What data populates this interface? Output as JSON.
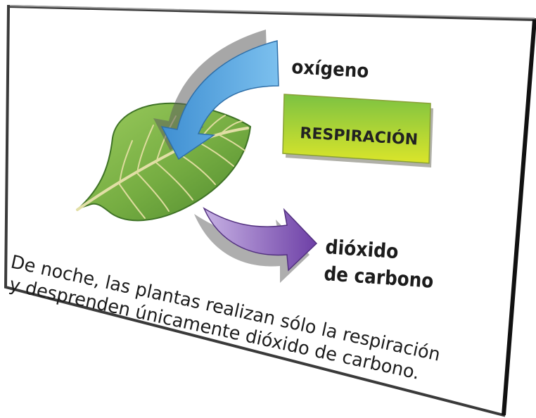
{
  "labels": {
    "oxygen": "oxígeno",
    "process": "RESPIRACIÓN",
    "co2_line1": "dióxido",
    "co2_line2": "de carbono"
  },
  "caption": {
    "line1": "De noche, las plantas realizan sólo la respiración",
    "line2": "y desprenden únicamente dióxido de carbono."
  },
  "colors": {
    "page": "#ffffff",
    "frame": "#3a3a3a",
    "oxygen_arrow": "#5aa7e0",
    "co2_arrow": "#8a5fb8",
    "box_top": "#7cc242",
    "box_bottom": "#d9e62b",
    "leaf": "#7fb548",
    "leaf_vein": "#e0dfa0"
  },
  "icons": {
    "leaf": "leaf-icon",
    "oxygen_arrow": "arrow-in-icon",
    "co2_arrow": "arrow-out-icon"
  }
}
